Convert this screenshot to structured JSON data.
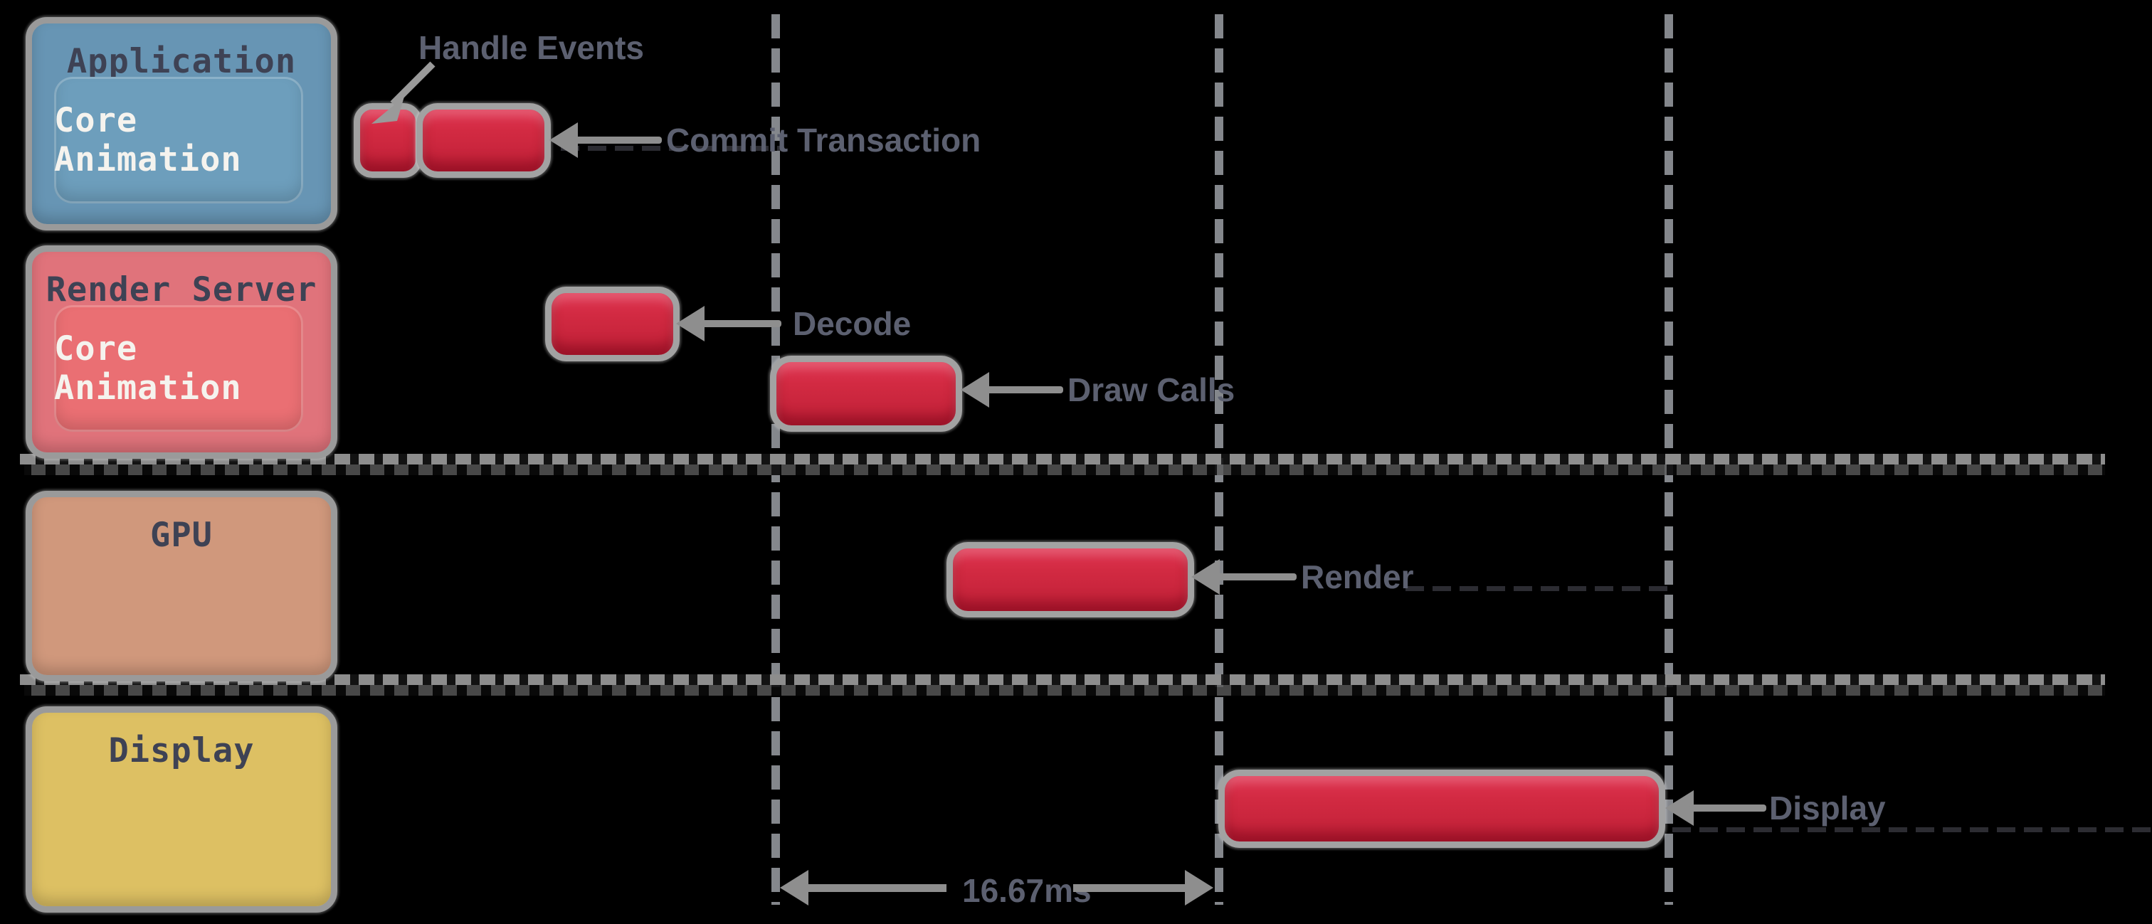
{
  "diagram": {
    "rows": [
      {
        "title": "Application",
        "inner": "Core Animation"
      },
      {
        "title": "Render Server",
        "inner": "Core Animation"
      },
      {
        "title": "GPU",
        "inner": ""
      },
      {
        "title": "Display",
        "inner": ""
      }
    ],
    "events": {
      "handle_events": "Handle Events",
      "commit_transaction": "Commit Transaction",
      "decode": "Decode",
      "draw_calls": "Draw Calls",
      "render": "Render",
      "display": "Display"
    },
    "interval_label": "16.67ms",
    "vsync_line_count": 3
  },
  "colors": {
    "app-blue": "#6795b4",
    "app-blue-inner": "#6d9ebc",
    "rs-pink": "#e0737b",
    "rs-pink-inner": "#ea6f73",
    "gpu-tan": "#d0987c",
    "display-yellow": "#ddc063",
    "bar-red": "#d22a42",
    "bar-border": "#a2a2a2",
    "box-border": "#9a9a9a",
    "arrow-gray": "#8e8e8e",
    "line-gray": "#84878c",
    "band-gray": "#8d8d8d",
    "label-ink": "#5c6070",
    "title-ink": "#3e4254",
    "faint-line": "#2c2c32"
  }
}
